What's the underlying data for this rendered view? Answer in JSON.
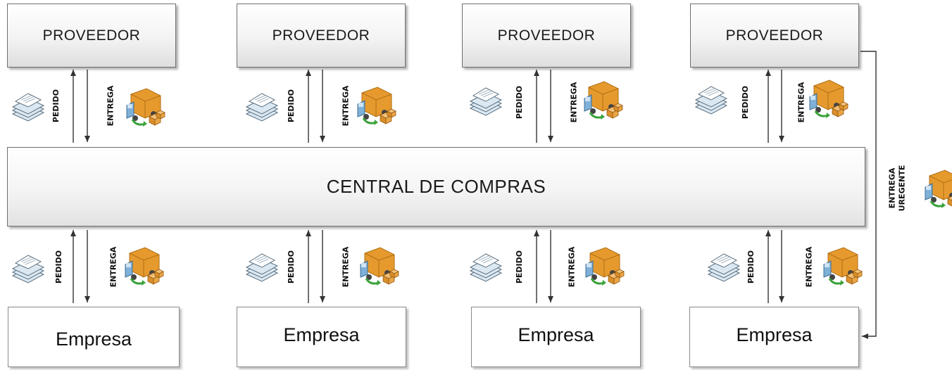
{
  "providers": [
    {
      "label": "PROVEEDOR"
    },
    {
      "label": "PROVEEDOR"
    },
    {
      "label": "PROVEEDOR"
    },
    {
      "label": "PROVEEDOR"
    }
  ],
  "central": {
    "label": "CENTRAL DE COMPRAS"
  },
  "companies": [
    {
      "label": "Empresa"
    },
    {
      "label": "Empresa"
    },
    {
      "label": "Empresa"
    },
    {
      "label": "Empresa"
    }
  ],
  "flow_labels": {
    "order": "PEDIDO",
    "delivery": "ENTREGA",
    "urgent_delivery_line1": "ENTREGA",
    "urgent_delivery_line2": "UREGENTE"
  },
  "icons": {
    "order": "documents-stack-icon",
    "delivery": "delivery-truck-icon"
  },
  "colors": {
    "box_border": "#6f6f6f",
    "arrow": "#333333",
    "truck_box": "#e69a2e",
    "truck_cab": "#7fb0d8",
    "return_arrow": "#3aa23a"
  }
}
